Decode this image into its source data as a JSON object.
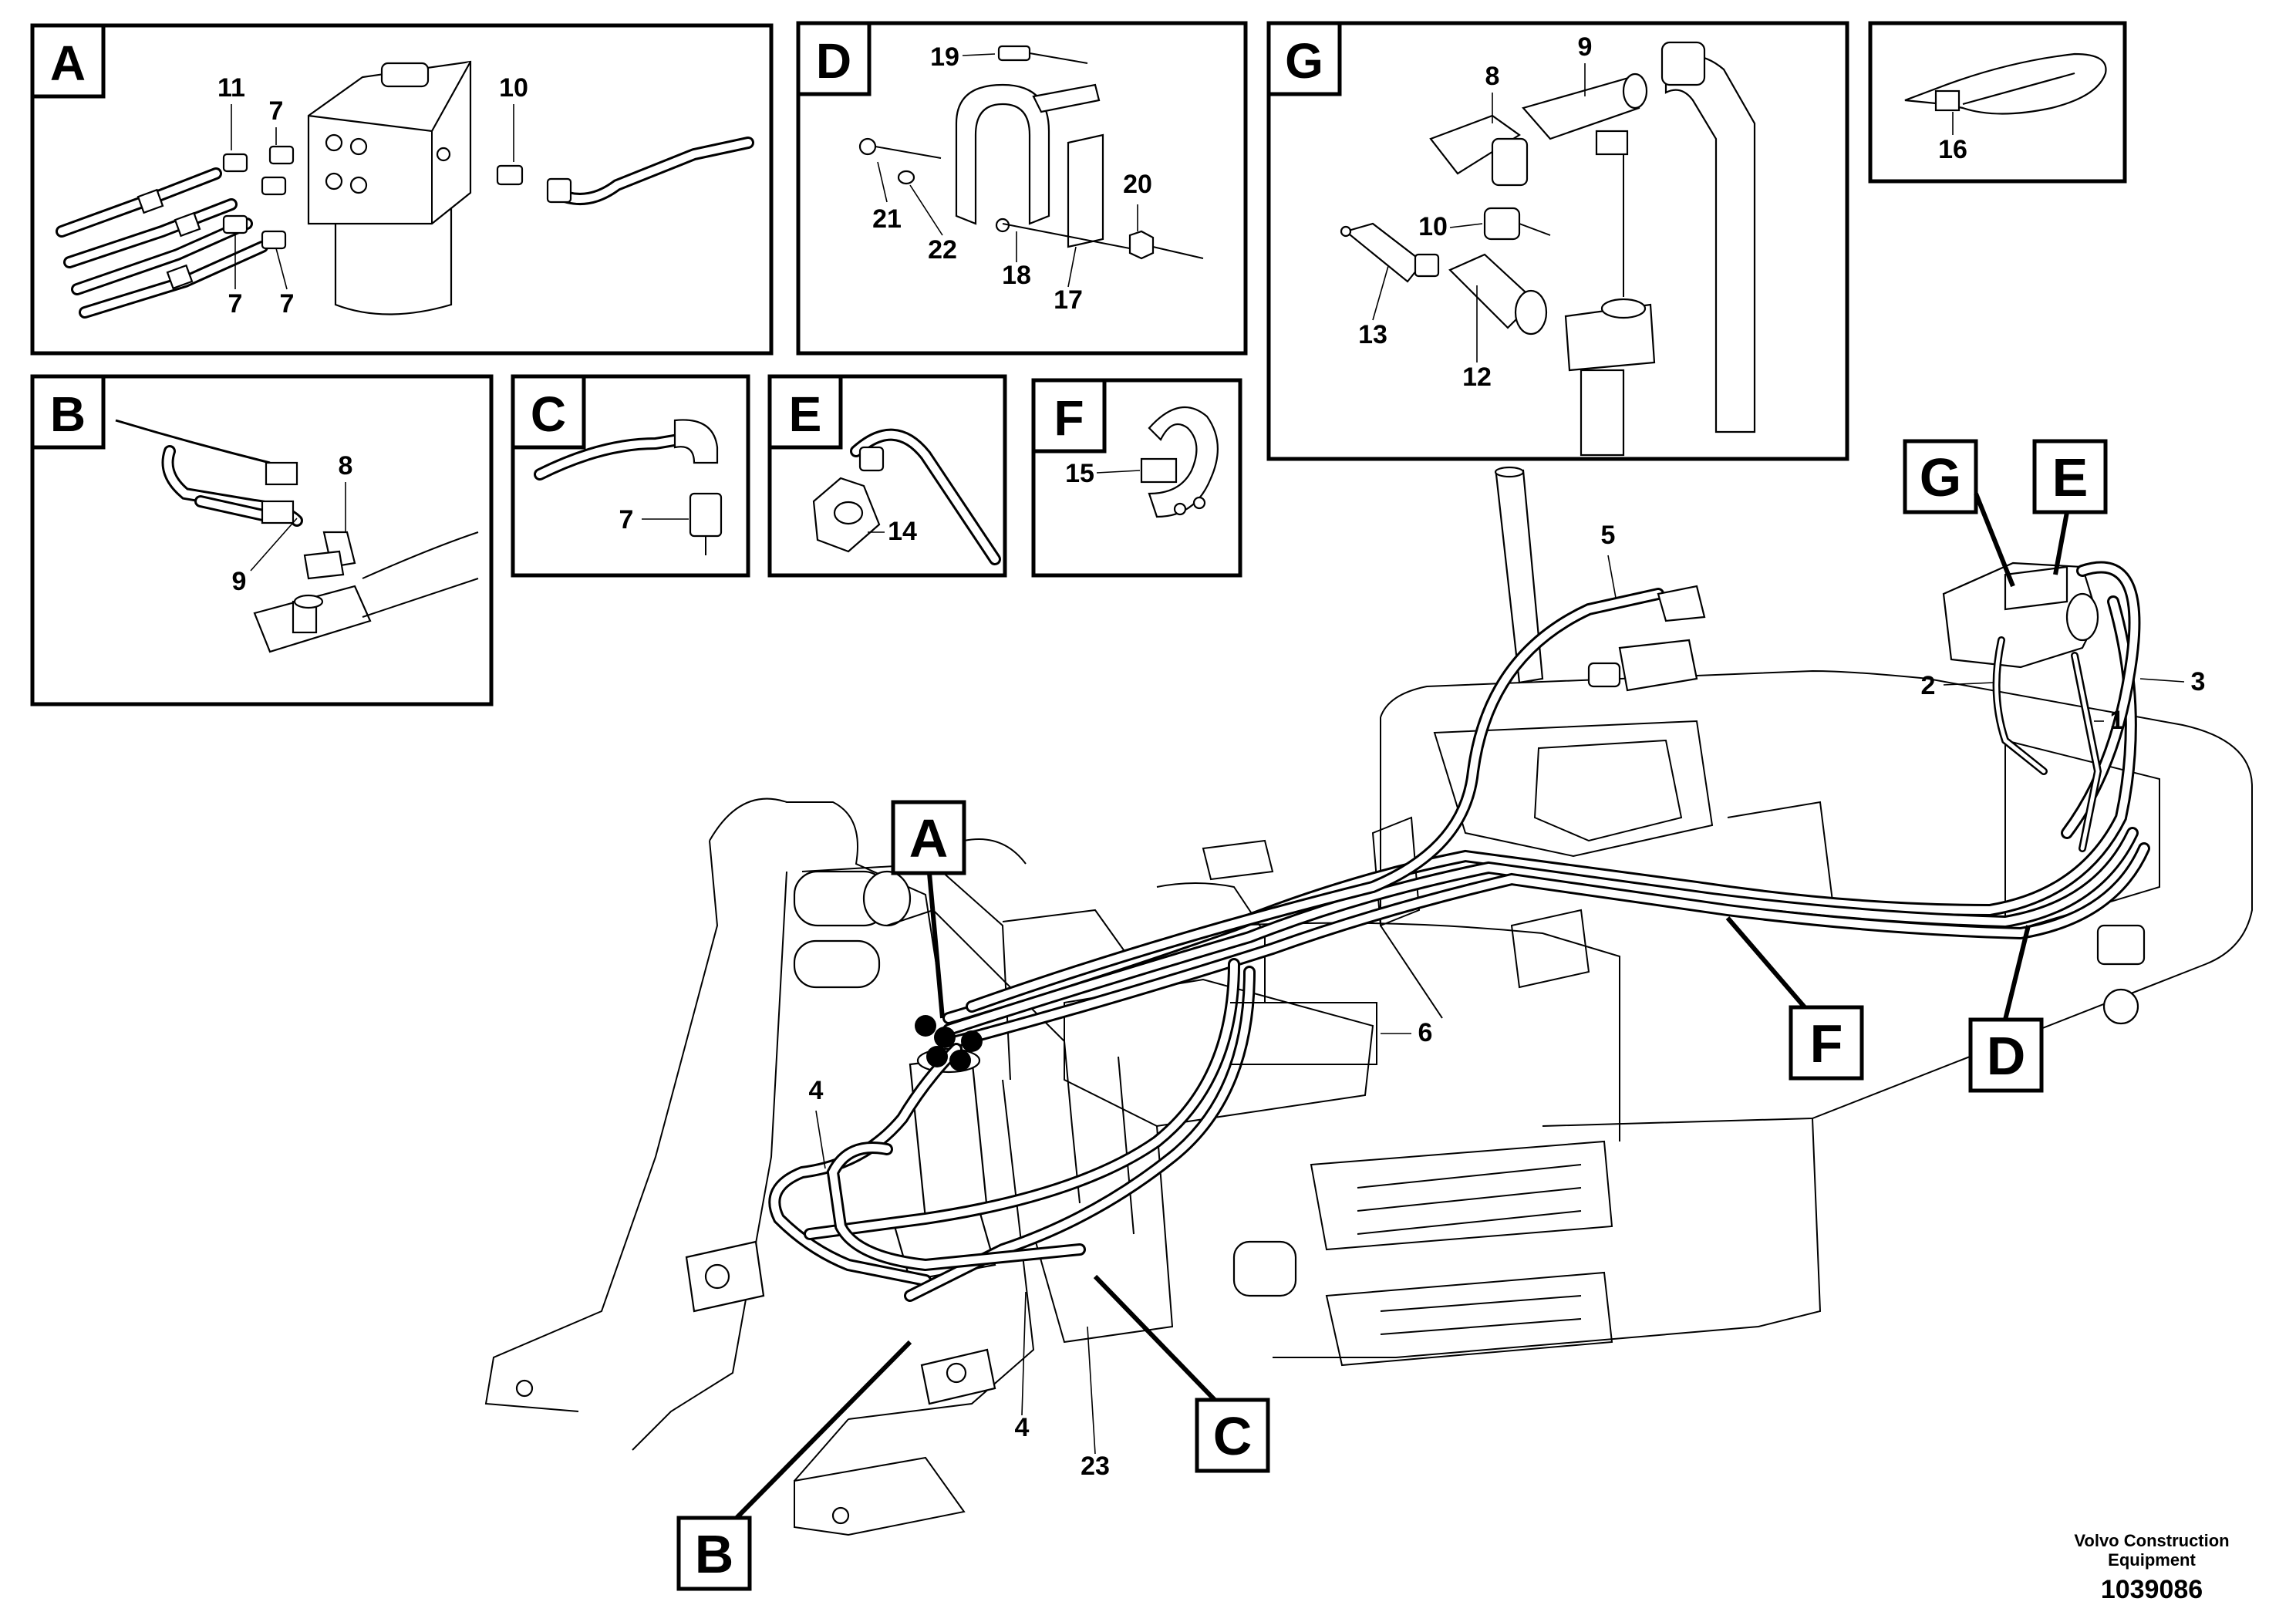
{
  "panels": {
    "A": {
      "letter": "A",
      "labels": [
        "11",
        "7",
        "10",
        "7",
        "7"
      ]
    },
    "B": {
      "letter": "B",
      "labels": [
        "8",
        "9"
      ]
    },
    "C": {
      "letter": "C",
      "labels": [
        "7"
      ]
    },
    "D": {
      "letter": "D",
      "labels": [
        "19",
        "20",
        "21",
        "22",
        "18",
        "17"
      ]
    },
    "E": {
      "letter": "E",
      "labels": [
        "14"
      ]
    },
    "F": {
      "letter": "F",
      "labels": [
        "15"
      ]
    },
    "G": {
      "letter": "G",
      "labels": [
        "8",
        "9",
        "10",
        "13",
        "12"
      ]
    },
    "cable_tie": {
      "labels": [
        "16"
      ]
    }
  },
  "main": {
    "callouts": [
      "A",
      "B",
      "C",
      "D",
      "E",
      "F",
      "G"
    ],
    "labels": [
      "5",
      "2",
      "3",
      "1",
      "6",
      "4",
      "4",
      "23"
    ]
  },
  "footer": {
    "company_line1": "Volvo Construction",
    "company_line2": "Equipment",
    "drawing_number": "1039086"
  }
}
